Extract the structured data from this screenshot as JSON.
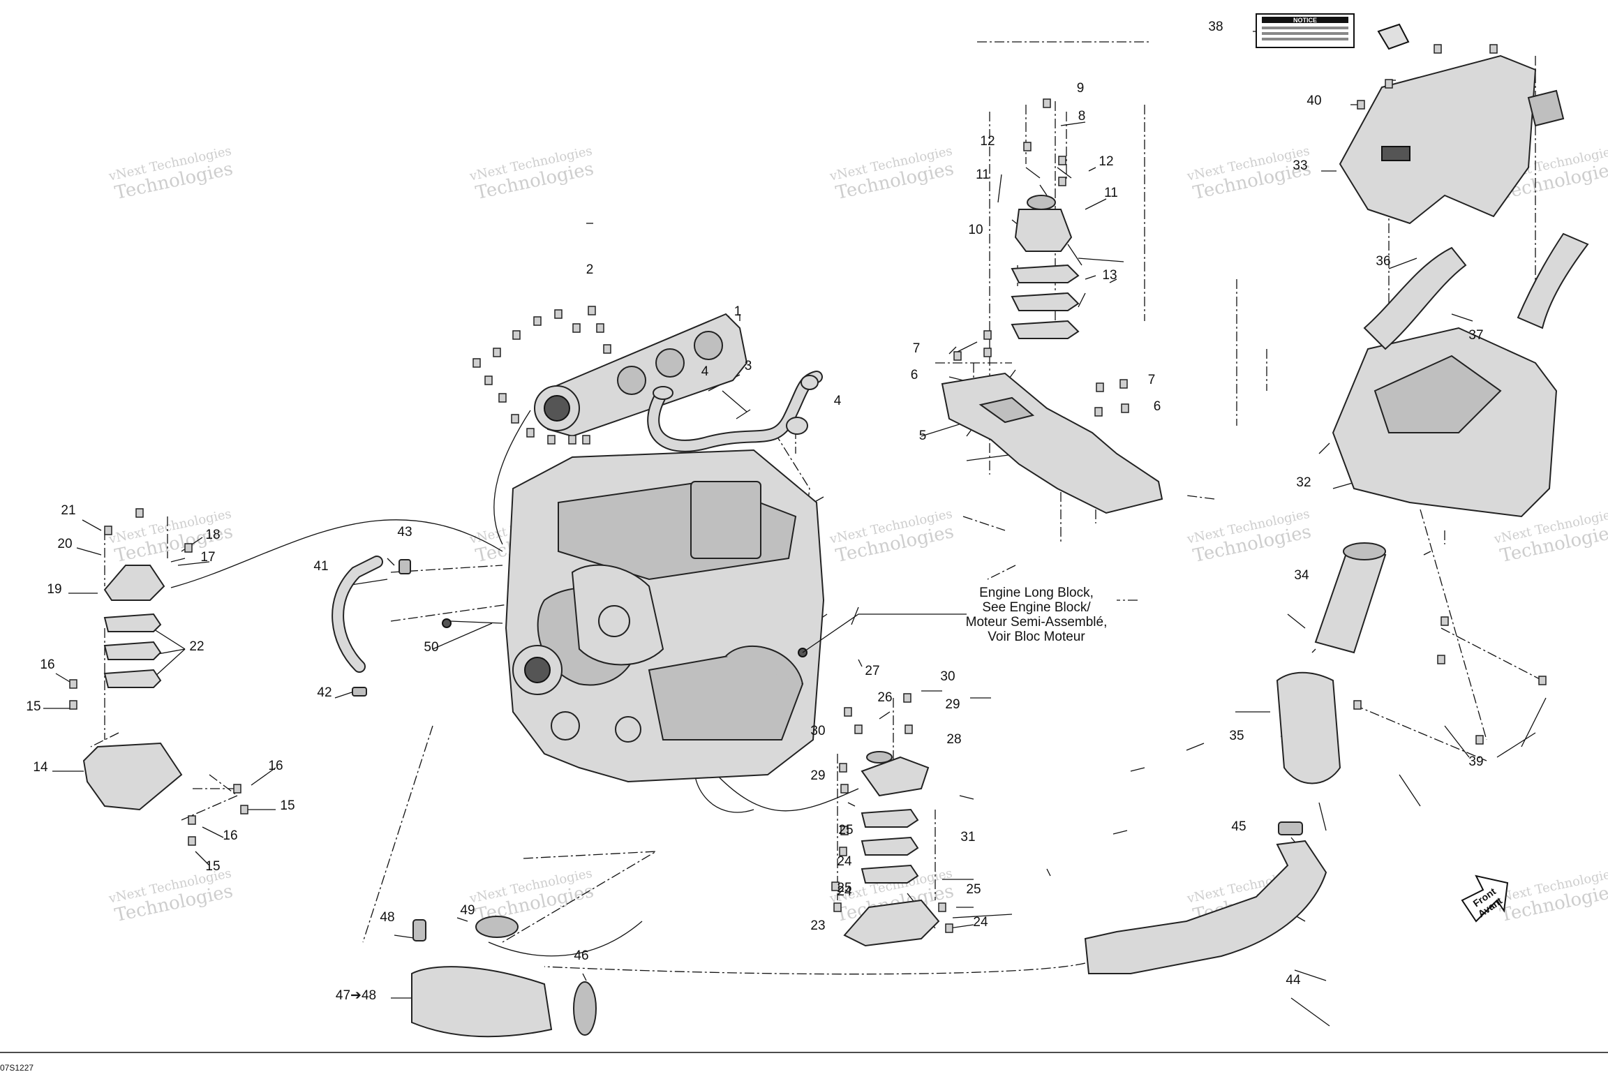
{
  "callouts": [
    "1",
    "2",
    "3",
    "4",
    "4",
    "5",
    "6",
    "6",
    "7",
    "7",
    "8",
    "9",
    "10",
    "11",
    "11",
    "12",
    "12",
    "13",
    "14",
    "15",
    "15",
    "15",
    "16",
    "16",
    "16",
    "17",
    "18",
    "19",
    "20",
    "21",
    "22",
    "23",
    "24",
    "24",
    "24",
    "25",
    "25",
    "25",
    "26",
    "27",
    "28",
    "29",
    "29",
    "30",
    "30",
    "31",
    "32",
    "33",
    "34",
    "35",
    "36",
    "37",
    "38",
    "39",
    "40",
    "41",
    "42",
    "43",
    "44",
    "45",
    "46",
    "47➔48",
    "48",
    "49",
    "50"
  ],
  "engine_note": [
    "Engine Long Block,",
    "See Engine Block/",
    "Moteur Semi-Assemblé,",
    "Voir Bloc Moteur"
  ],
  "watermark": {
    "line1": "vNext Technologies",
    "line2": "Technologies"
  },
  "front_arrow": [
    "Front",
    "Avant"
  ],
  "notice_label": {
    "title": "NOTICE"
  },
  "drawing_code": "07S1227"
}
